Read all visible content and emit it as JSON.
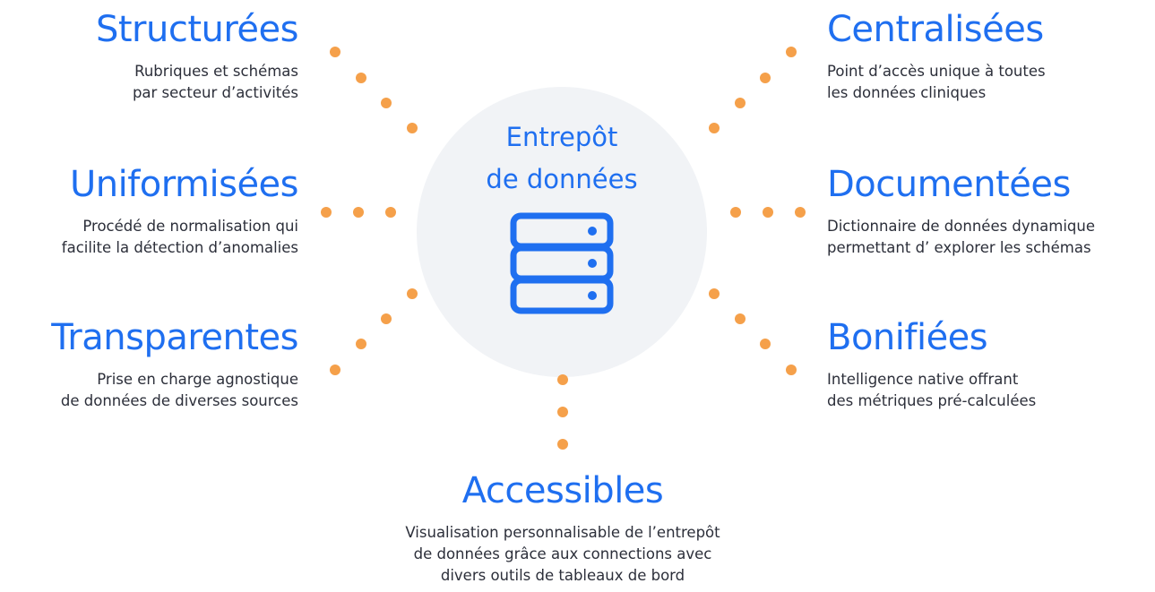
{
  "hub": {
    "title_line1": "Entrepôt",
    "title_line2": "de données",
    "icon": "server-stack-icon"
  },
  "features": {
    "structurees": {
      "title": "Structurées",
      "lines": [
        "Rubriques et schémas",
        "par secteur d’activités"
      ]
    },
    "uniformisees": {
      "title": "Uniformisées",
      "lines": [
        "Procédé de normalisation qui",
        "facilite la détection d’anomalies"
      ]
    },
    "transparentes": {
      "title": "Transparentes",
      "lines": [
        "Prise en charge agnostique",
        "de données de diverses sources"
      ]
    },
    "centralisees": {
      "title": "Centralisées",
      "lines": [
        "Point d’accès unique à toutes",
        "les données cliniques"
      ]
    },
    "documentees": {
      "title": "Documentées",
      "lines": [
        "Dictionnaire de données dynamique",
        "permettant d’ explorer les schémas"
      ]
    },
    "bonifiees": {
      "title": "Bonifiées",
      "lines": [
        "Intelligence native offrant",
        "des métriques pré-calculées"
      ]
    },
    "accessibles": {
      "title": "Accessibles",
      "lines": [
        "Visualisation personnalisable de l’entrepôt",
        "de données grâce aux connections avec",
        "divers outils de tableaux de bord"
      ]
    }
  },
  "colors": {
    "accent": "#1f6ff0",
    "connector_dot": "#f5a04a",
    "hub_background": "#f1f3f6",
    "body_text": "#2c2f3a"
  }
}
